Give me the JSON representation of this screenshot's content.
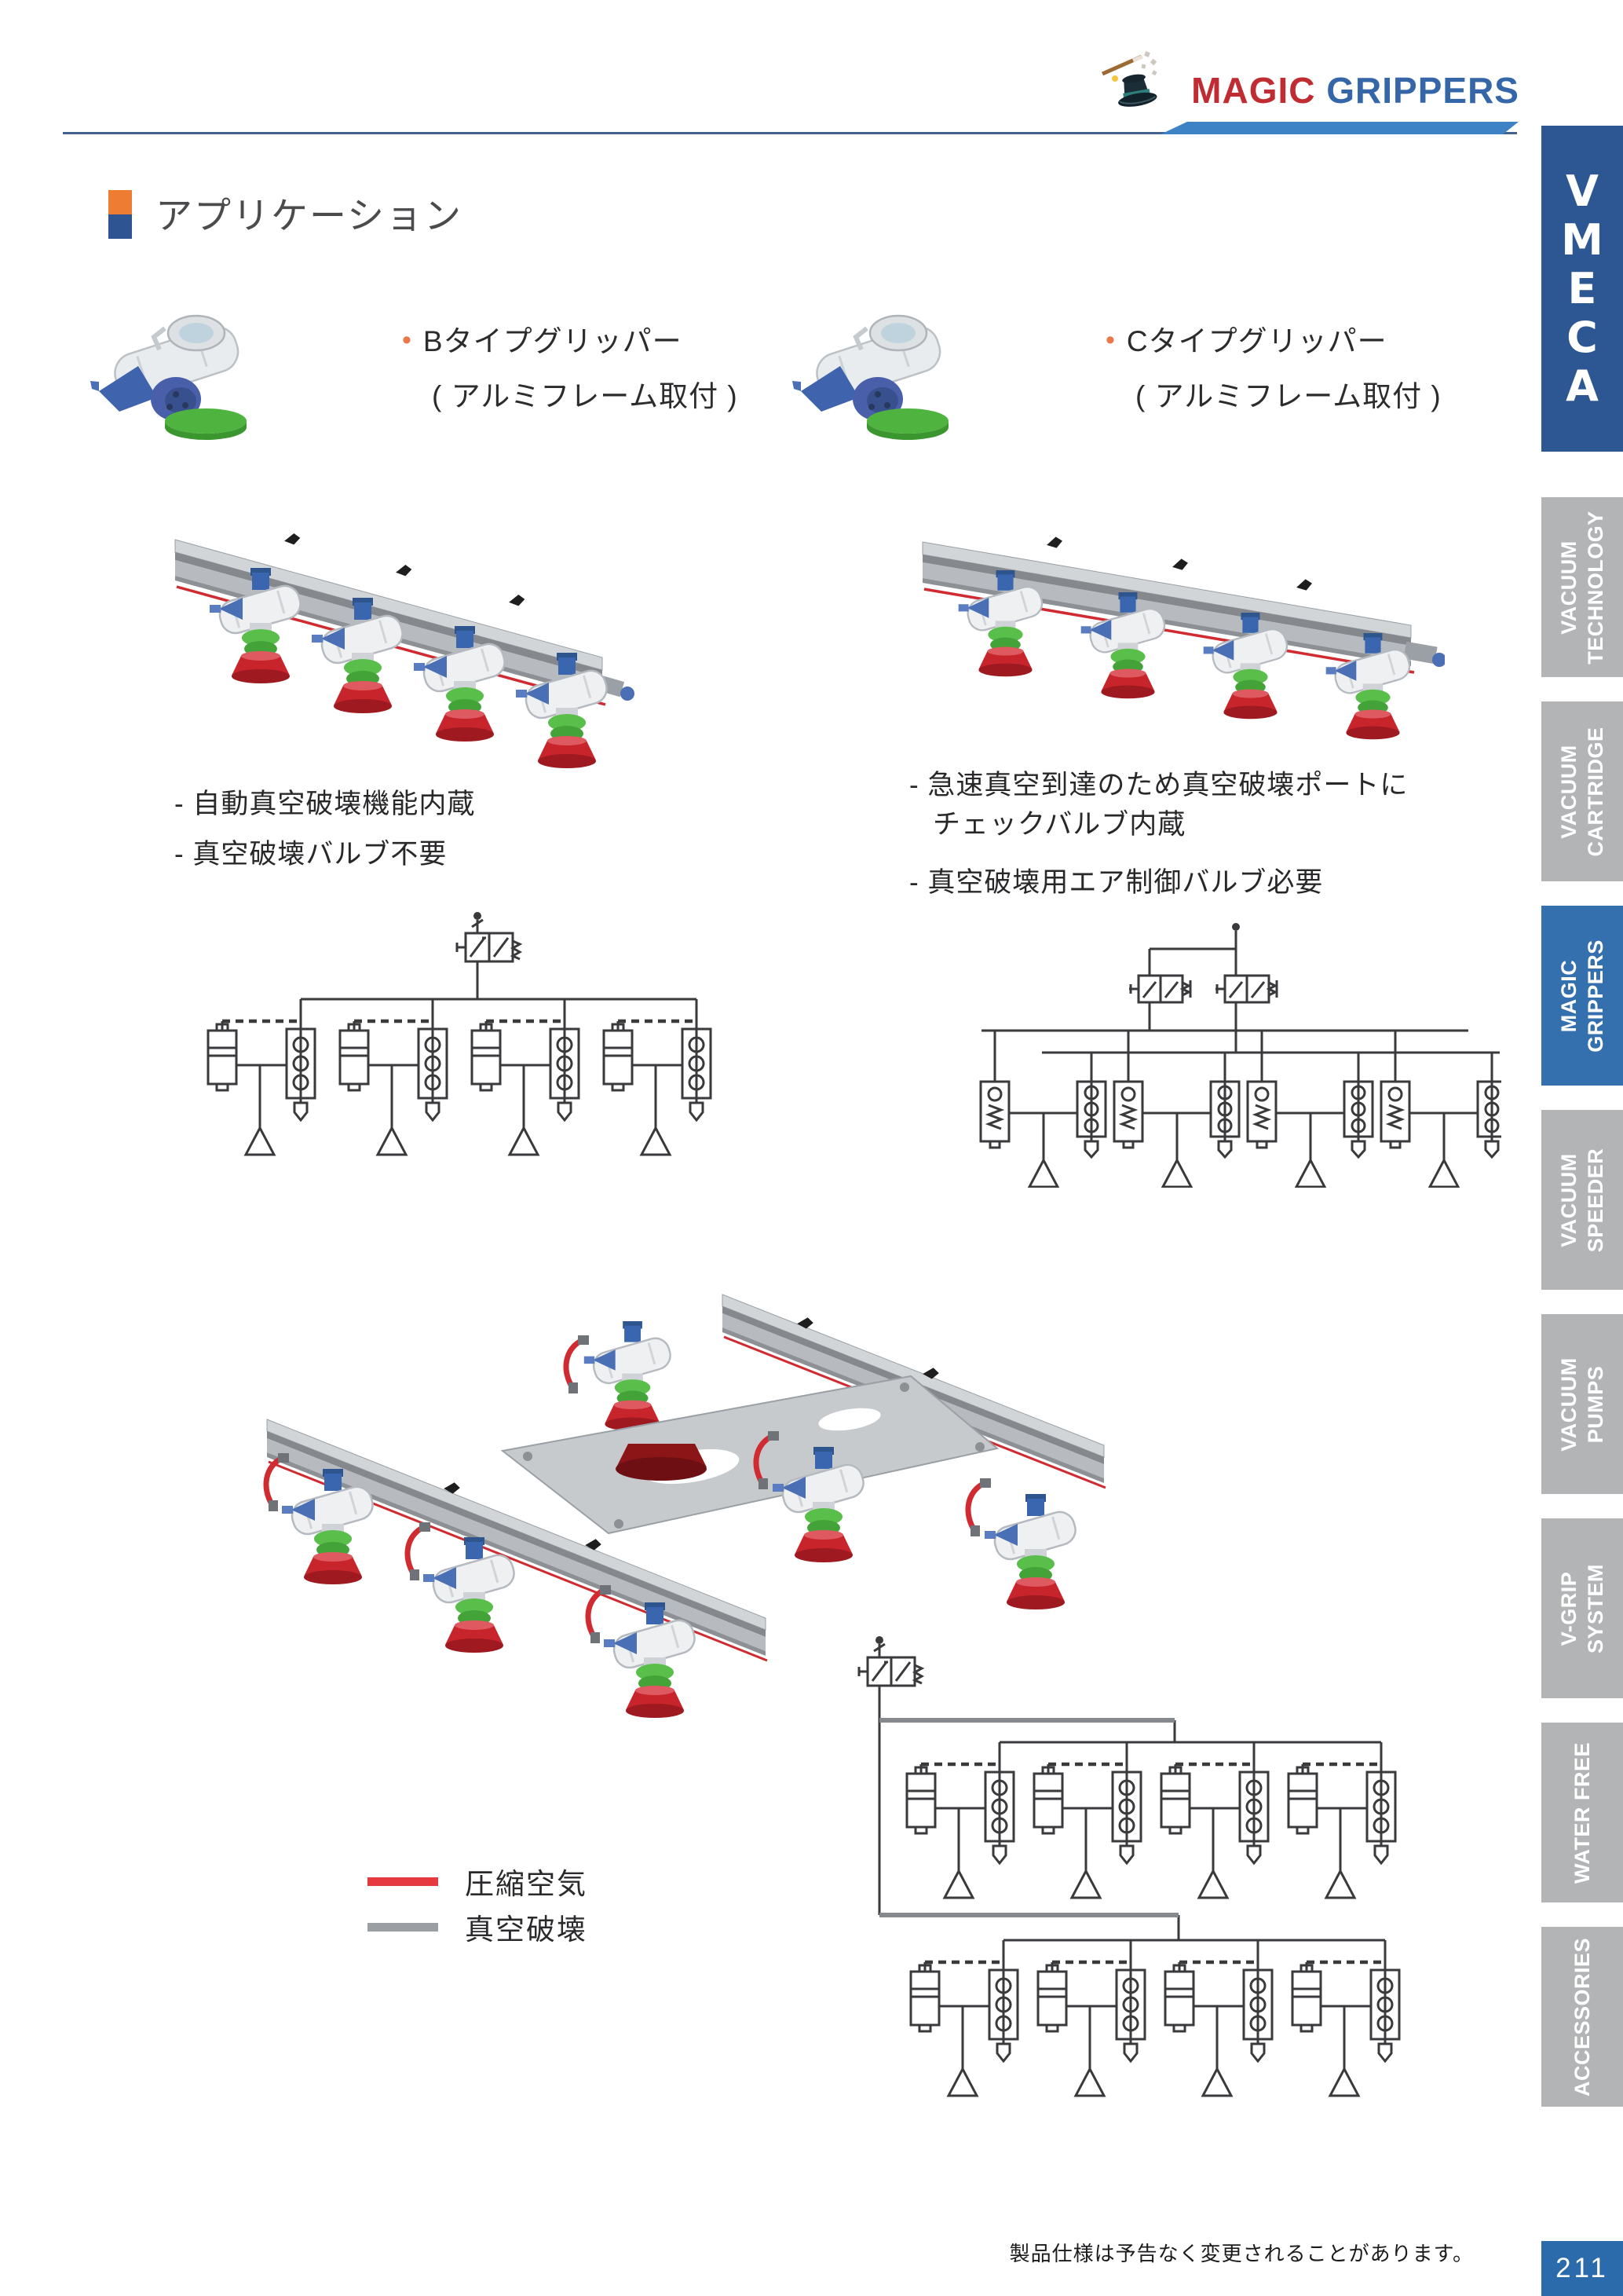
{
  "header": {
    "brand_word1": "MAGIC",
    "brand_word2": "GRIPPERS"
  },
  "sidebar": {
    "logo_letters": [
      "V",
      "M",
      "E",
      "C",
      "A"
    ],
    "tabs": [
      {
        "line1": "VACUUM",
        "line2": "TECHNOLOGY",
        "active": false
      },
      {
        "line1": "VACUUM",
        "line2": "CARTRIDGE",
        "active": false
      },
      {
        "line1": "MAGIC",
        "line2": "GRIPPERS",
        "active": true
      },
      {
        "line1": "VACUUM",
        "line2": "SPEEDER",
        "active": false
      },
      {
        "line1": "VACUUM",
        "line2": "PUMPS",
        "active": false
      },
      {
        "line1": "V-GRIP",
        "line2": "SYSTEM",
        "active": false
      },
      {
        "line1": "WATER FREE",
        "line2": "",
        "active": false
      },
      {
        "line1": "ACCESSORIES",
        "line2": "",
        "active": false
      }
    ],
    "page_number": "211"
  },
  "section_title": "アプリケーション",
  "product_b": {
    "bullet": "•",
    "name": "Bタイプグリッパー",
    "mount": "( アルミフレーム取付 )",
    "feature1": "- 自動真空破壊機能内蔵",
    "feature2": "- 真空破壊バルブ不要"
  },
  "product_c": {
    "bullet": "•",
    "name": "Cタイプグリッパー",
    "mount": "( アルミフレーム取付 )",
    "feature1_line1": "- 急速真空到達のため真空破壊ポートに",
    "feature1_line2": "チェックバルブ内蔵",
    "feature2": "- 真空破壊用エア制御バルブ必要"
  },
  "legend": {
    "compressed_air": "圧縮空気",
    "vacuum_release": "真空破壊"
  },
  "footer_note": "製品仕様は予告なく変更されることがあります。",
  "colors": {
    "brand_red": "#bf2d33",
    "brand_blue": "#3466a8",
    "accent_bar": "#3d82c4",
    "logo_tab_blue": "#2d5792",
    "active_tab_blue": "#3470ae",
    "inactive_tab_gray": "#b3b4b6",
    "bullet_orange": "#e8794a",
    "heading_orange": "#ee7d33",
    "heading_blue": "#2e5591",
    "legend_red": "#e6393f",
    "legend_gray": "#9b9ea3",
    "page_box_blue": "#2b6bab",
    "tube_red": "#cf2b31",
    "pad_red": "#c8242b",
    "bellows_green": "#4fb33f",
    "fitting_blue": "#3f63ac"
  }
}
